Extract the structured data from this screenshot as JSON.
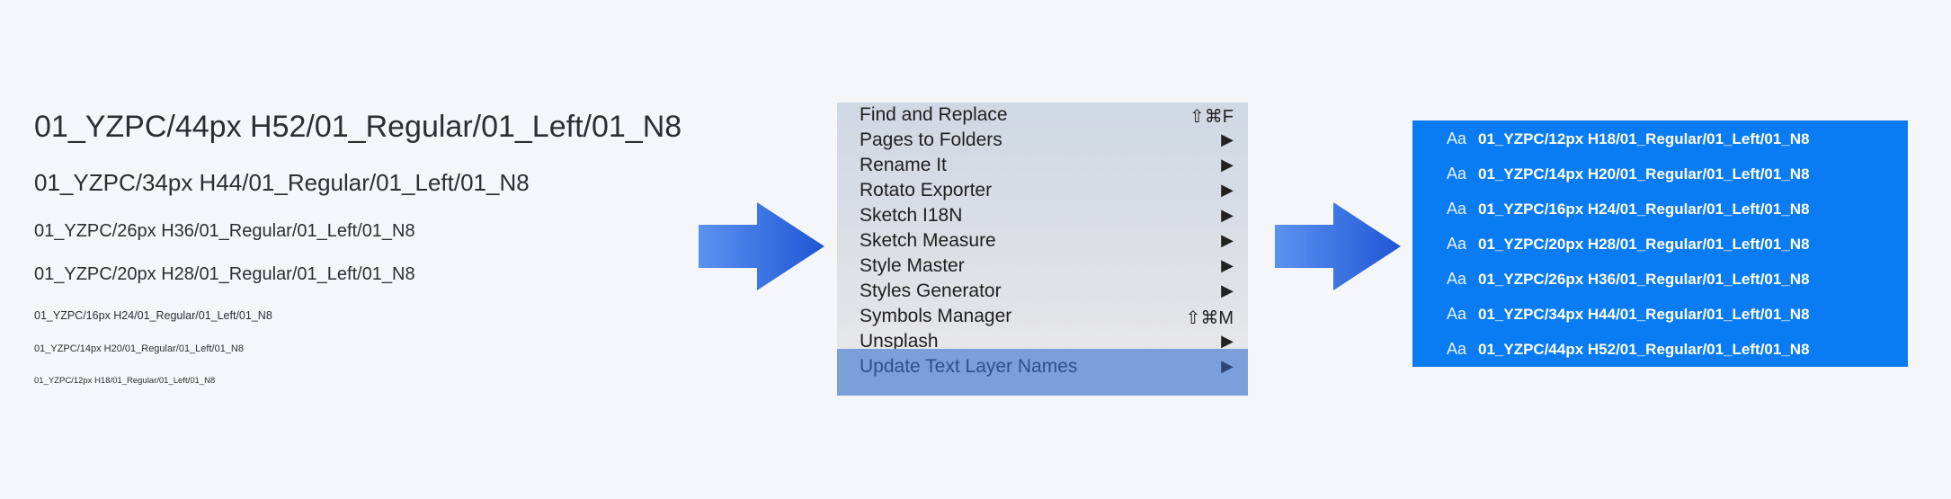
{
  "samples": [
    "01_YZPC/44px H52/01_Regular/01_Left/01_N8",
    "01_YZPC/34px H44/01_Regular/01_Left/01_N8",
    "01_YZPC/26px H36/01_Regular/01_Left/01_N8",
    "01_YZPC/20px H28/01_Regular/01_Left/01_N8",
    "01_YZPC/16px H24/01_Regular/01_Left/01_N8",
    "01_YZPC/14px H20/01_Regular/01_Left/01_N8",
    "01_YZPC/12px H18/01_Regular/01_Left/01_N8"
  ],
  "menu": {
    "items": [
      {
        "label": "Find and Replace",
        "shortcut": "⇧⌘F"
      },
      {
        "label": "Pages to Folders",
        "submenu": "▶"
      },
      {
        "label": "Rename It",
        "submenu": "▶"
      },
      {
        "label": "Rotato Exporter",
        "submenu": "▶"
      },
      {
        "label": "Sketch I18N",
        "submenu": "▶"
      },
      {
        "label": "Sketch Measure",
        "submenu": "▶"
      },
      {
        "label": "Style Master",
        "submenu": "▶"
      },
      {
        "label": "Styles Generator",
        "submenu": "▶"
      },
      {
        "label": "Symbols Manager",
        "shortcut": "⇧⌘M"
      },
      {
        "label": "Unsplash",
        "submenu": "▶"
      },
      {
        "label": "Update Text Layer Names",
        "submenu": "▶",
        "highlighted": true
      }
    ]
  },
  "panel": {
    "icon_label": "Aa",
    "rows": [
      "01_YZPC/12px H18/01_Regular/01_Left/01_N8",
      "01_YZPC/14px H20/01_Regular/01_Left/01_N8",
      "01_YZPC/16px H24/01_Regular/01_Left/01_N8",
      "01_YZPC/20px H28/01_Regular/01_Left/01_N8",
      "01_YZPC/26px H36/01_Regular/01_Left/01_N8",
      "01_YZPC/34px H44/01_Regular/01_Left/01_N8",
      "01_YZPC/44px H52/01_Regular/01_Left/01_N8"
    ]
  },
  "colors": {
    "background": "#f4f6fa",
    "panel": "#0a7cf3",
    "highlight": "#7b9fda",
    "arrow_start": "#5b93f0",
    "arrow_end": "#1f56d6"
  }
}
